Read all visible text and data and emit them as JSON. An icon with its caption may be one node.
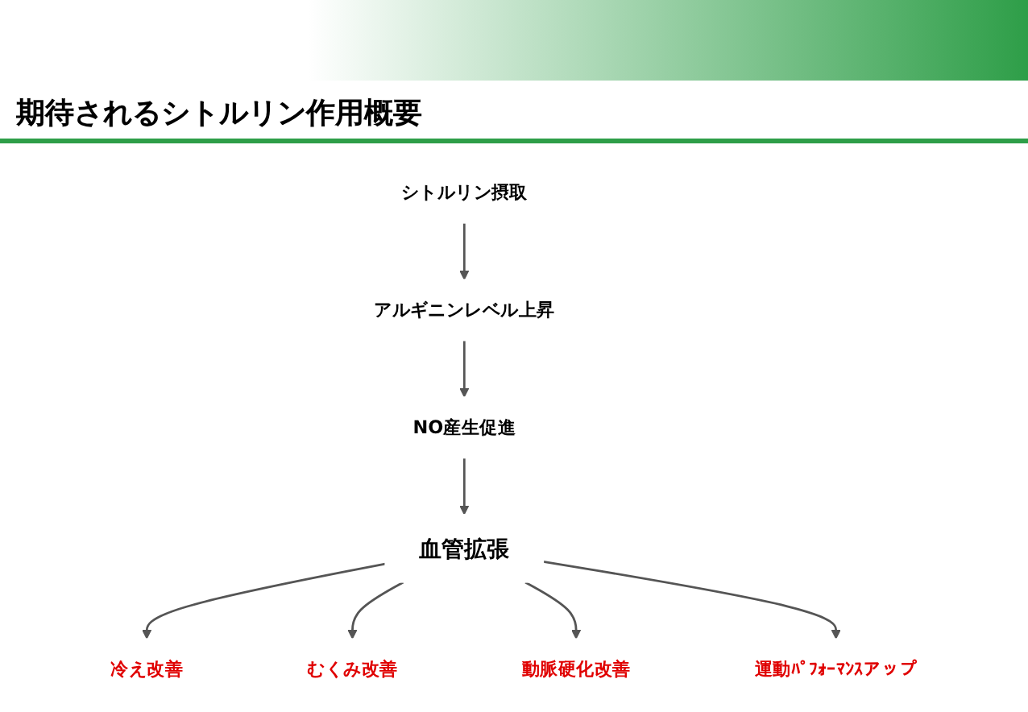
{
  "diagram": {
    "title": "期待されるシトルリン作用概要",
    "nodes": [
      {
        "text": [
          "シトルリン摂取"
        ]
      },
      {
        "text": [
          "アルギニンレベル上昇"
        ]
      },
      {
        "text": [
          "NO産生促進"
        ]
      },
      {
        "text": [
          "血管拡張"
        ]
      },
      {
        "text": [
          "冷え改善"
        ]
      },
      {
        "text": [
          "むくみ改善"
        ]
      },
      {
        "text": [
          "動脈硬化改善"
        ]
      },
      {
        "text": [
          "運動ﾊﾟﾌｫｰﾏﾝｽアップ"
        ]
      }
    ],
    "edges": [
      {
        "from": 0,
        "to": 1,
        "arrow": "to"
      },
      {
        "from": 1,
        "to": 2,
        "arrow": "to"
      },
      {
        "from": 2,
        "to": 3,
        "arrow": "to"
      },
      {
        "from": 3,
        "to": 4,
        "arrow": "to"
      },
      {
        "from": 3,
        "to": 5,
        "arrow": "to"
      },
      {
        "from": 3,
        "to": 6,
        "arrow": "to"
      },
      {
        "from": 3,
        "to": 7,
        "arrow": "to"
      }
    ]
  }
}
